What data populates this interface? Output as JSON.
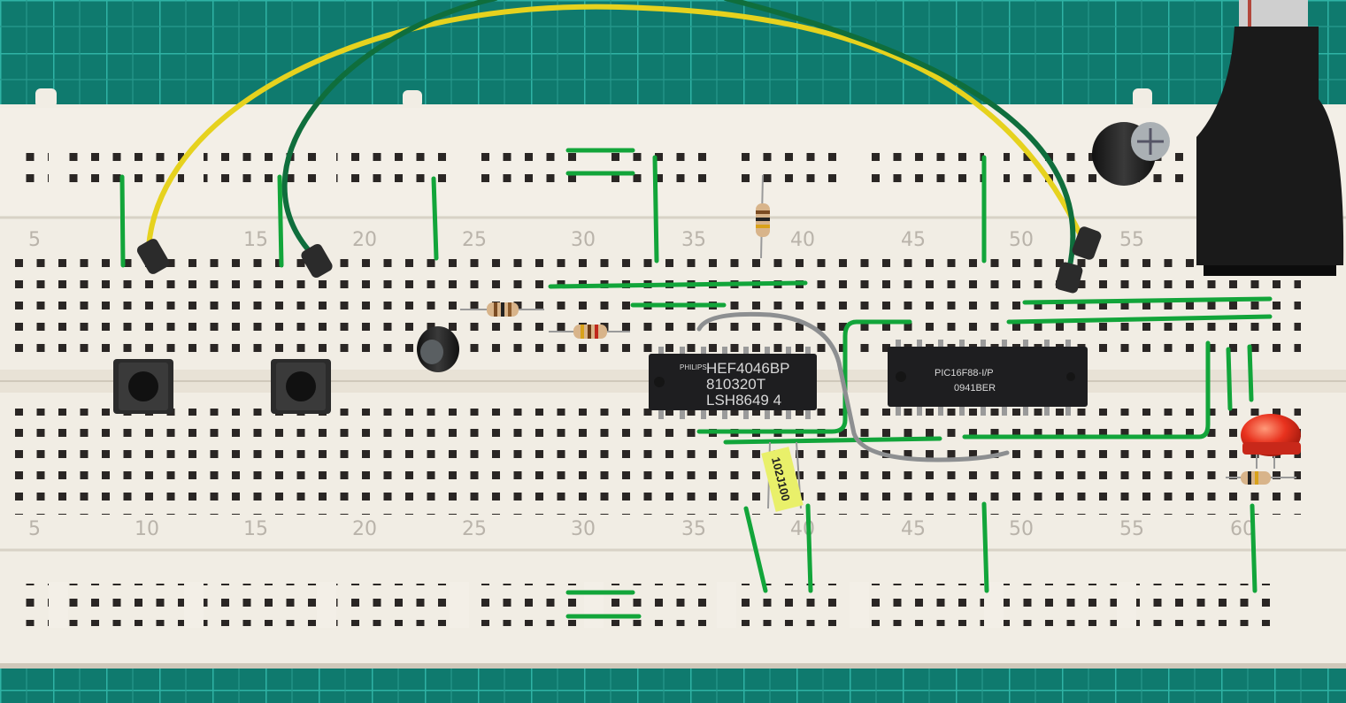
{
  "board": {
    "top_numbers": [
      "5",
      "15",
      "20",
      "25",
      "30",
      "35",
      "40",
      "45",
      "50",
      "55"
    ],
    "bottom_numbers": [
      "5",
      "10",
      "15",
      "20",
      "25",
      "30",
      "35",
      "40",
      "45",
      "50",
      "55",
      "60"
    ]
  },
  "chips": {
    "pll": {
      "brand": "PHILIPS",
      "line1": "HEF4046BP",
      "line2": "810320T",
      "line3": "LSH8649 4"
    },
    "mcu": {
      "line1": "PIC16F88-I/P",
      "line2": "0941BER"
    }
  },
  "capacitor_label": "102J100",
  "colors": {
    "mat": "#0f7a6e",
    "mat_grid": "#2fb3a5",
    "board": "#f1ede4",
    "hole": "#2a2624",
    "green_wire": "#12a53a",
    "yellow_wire": "#e6d21e",
    "dark_green_wire": "#0f6e3c",
    "grey_wire": "#8d8f91",
    "chip": "#1e1e20",
    "led": "#e8321e"
  }
}
